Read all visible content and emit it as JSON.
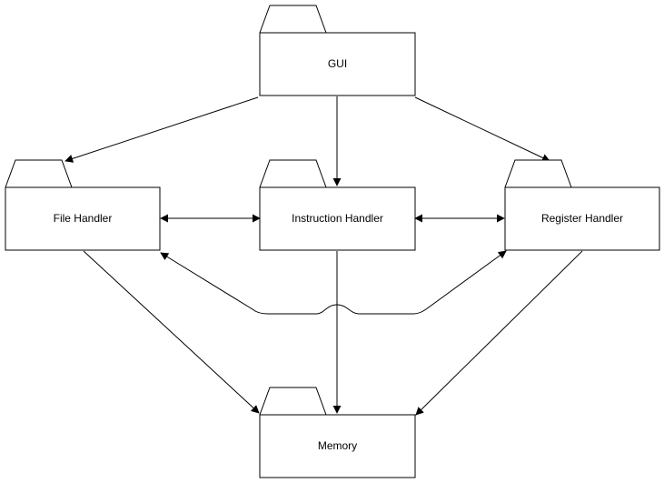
{
  "diagram": {
    "type": "package-dependency-diagram",
    "colors": {
      "stroke": "#000000",
      "fill": "#ffffff",
      "text": "#000000"
    },
    "nodes": {
      "gui": {
        "label": "GUI",
        "shape": "package"
      },
      "file_handler": {
        "label": "File Handler",
        "shape": "package"
      },
      "instruction_handler": {
        "label": "Instruction Handler",
        "shape": "package"
      },
      "register_handler": {
        "label": "Register Handler",
        "shape": "package"
      },
      "memory": {
        "label": "Memory",
        "shape": "package"
      }
    },
    "edges": [
      {
        "from": "gui",
        "to": "file_handler",
        "direction": "forward"
      },
      {
        "from": "gui",
        "to": "instruction_handler",
        "direction": "forward"
      },
      {
        "from": "gui",
        "to": "register_handler",
        "direction": "forward"
      },
      {
        "from": "file_handler",
        "to": "instruction_handler",
        "direction": "both"
      },
      {
        "from": "instruction_handler",
        "to": "register_handler",
        "direction": "both"
      },
      {
        "from": "file_handler",
        "to": "register_handler",
        "direction": "both",
        "routing": "curved-with-line-jump"
      },
      {
        "from": "file_handler",
        "to": "memory",
        "direction": "forward"
      },
      {
        "from": "instruction_handler",
        "to": "memory",
        "direction": "forward"
      },
      {
        "from": "register_handler",
        "to": "memory",
        "direction": "forward"
      }
    ]
  }
}
